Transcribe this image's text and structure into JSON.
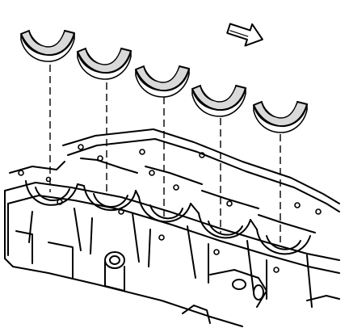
{
  "diagram": {
    "bearings": [
      {
        "name": "bearing-insert-1"
      },
      {
        "name": "bearing-insert-2"
      },
      {
        "name": "bearing-insert-3"
      },
      {
        "name": "bearing-insert-4"
      },
      {
        "name": "bearing-insert-5"
      }
    ],
    "direction_arrow": "forward-arrow-icon",
    "colors": {
      "ink": "#000000",
      "paper": "#ffffff",
      "shade": "#d9d9d9"
    }
  }
}
